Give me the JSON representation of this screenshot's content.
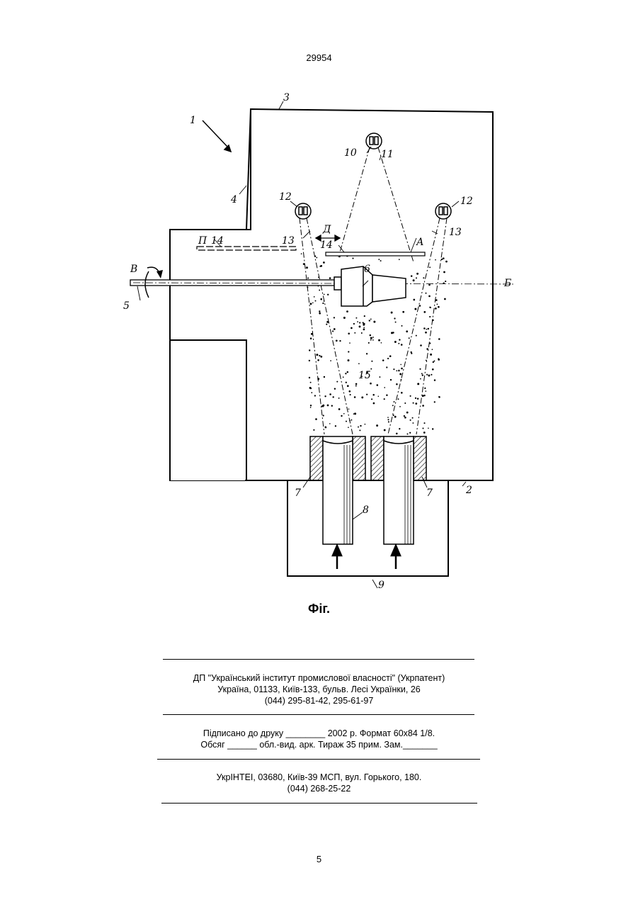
{
  "header": {
    "page_number_top": "29954"
  },
  "figure": {
    "caption": "Фіг.",
    "labels": {
      "l1": "1",
      "l2": "2",
      "l3": "3",
      "l4": "4",
      "l5": "5",
      "l6": "6",
      "l7a": "7",
      "l7b": "7",
      "l8": "8",
      "l9": "9",
      "l10": "10",
      "l11": "11",
      "l12a": "12",
      "l12b": "12",
      "l13a": "13",
      "l13b": "13",
      "l14a": "14",
      "l14b": "14",
      "l15": "15",
      "lA": "А",
      "lB": "Б",
      "lV": "В",
      "lP": "П",
      "lD": "Д"
    }
  },
  "imprint": {
    "line1": "ДП \"Український інститут промислової власності\" (Укрпатент)",
    "line2": "Україна, 01133, Київ-133, бульв. Лесі Українки, 26",
    "line3": "(044) 295-81-42, 295-61-97",
    "line4": "Підписано до друку ________ 2002 р.    Формат 60х84 1/8.",
    "line5": "Обсяг ______ обл.-вид. арк.   Тираж 35 прим.    Зам._______",
    "line6": "УкрІНТЕІ, 03680, Київ-39 МСП, вул. Горького, 180.",
    "line7": "(044) 268-25-22"
  },
  "footer": {
    "page_number_bottom": "5"
  }
}
